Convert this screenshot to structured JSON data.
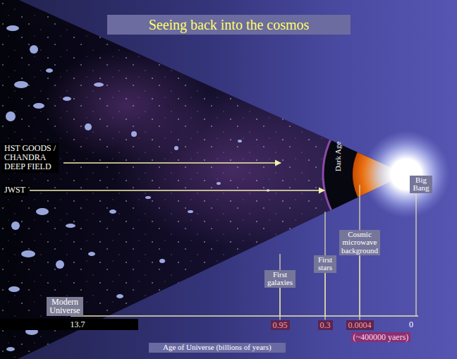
{
  "diagram": {
    "title": "Seeing back into the cosmos",
    "nodes": [
      {
        "text": [
          "Modern Universe"
        ]
      },
      {
        "text": [
          "First galaxies"
        ]
      },
      {
        "text": [
          "First stars"
        ]
      },
      {
        "text": [
          "Cosmic microwave background"
        ]
      },
      {
        "text": [
          "Big Bang"
        ]
      },
      {
        "text": [
          "Dark Age"
        ]
      },
      {
        "text": [
          "13.7"
        ]
      },
      {
        "text": [
          "0.95"
        ]
      },
      {
        "text": [
          "0.3"
        ]
      },
      {
        "text": [
          "0.0004"
        ]
      },
      {
        "text": [
          "(~400000 yaers)"
        ]
      },
      {
        "text": [
          "Age of Universe (billions of years)"
        ]
      }
    ],
    "edges": [
      {
        "from": 1,
        "to": 7,
        "arrow": "none"
      },
      {
        "from": 2,
        "to": 8,
        "arrow": "none"
      },
      {
        "from": 3,
        "to": 9,
        "arrow": "none"
      }
    ],
    "labels": [
      "HST GOODS / CHANDRA DEEP FIELD",
      "JWST",
      "0"
    ]
  }
}
